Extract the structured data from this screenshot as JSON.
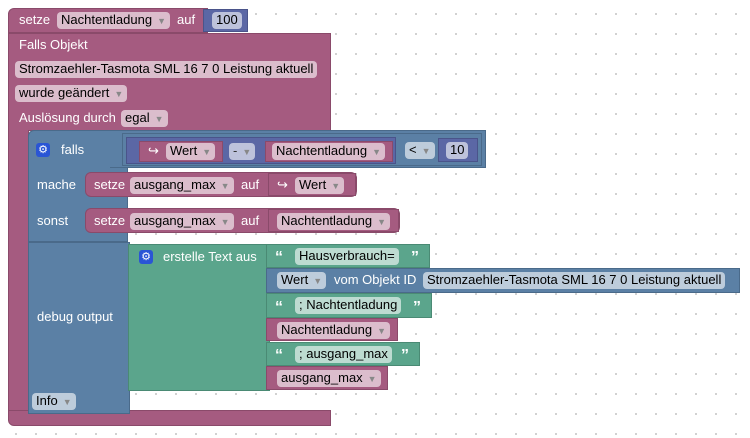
{
  "set_block": {
    "label": "setze",
    "variable": "Nachtentladung",
    "to": "auf",
    "value": "100"
  },
  "trigger": {
    "title": "Falls Objekt",
    "object_id": "Stromzaehler-Tasmota SML  16 7 0 Leistung aktuell",
    "condition": "wurde geändert",
    "trigger_label": "Auslösung durch",
    "trigger_value": "egal"
  },
  "if_block": {
    "if_label": "falls",
    "value_var": "Wert",
    "operator": "-",
    "variable": "Nachtentladung",
    "compare_op": "<",
    "compare_value": "10",
    "do_label": "mache",
    "else_label": "sonst",
    "do_set": {
      "label": "setze",
      "variable": "ausgang_max",
      "to": "auf",
      "value": "Wert"
    },
    "else_set": {
      "label": "setze",
      "variable": "ausgang_max",
      "to": "auf",
      "value": "Nachtentladung"
    }
  },
  "debug": {
    "label": "debug output",
    "level": "Info",
    "join_label": "erstelle Text aus",
    "items": {
      "text1": "Hausverbrauch=",
      "value_prop": "Wert",
      "value_from": "vom Objekt ID",
      "value_object": "Stromzaehler-Tasmota SML  16 7 0 Leistung aktuell",
      "text2": "; Nachtentladung",
      "var1": "Nachtentladung",
      "text3": "; ausgang_max",
      "var2": "ausgang_max"
    }
  },
  "colors": {
    "variables": "#a55b80",
    "logic": "#5b80a5",
    "text": "#5ba58c",
    "math": "#5b67a5"
  }
}
